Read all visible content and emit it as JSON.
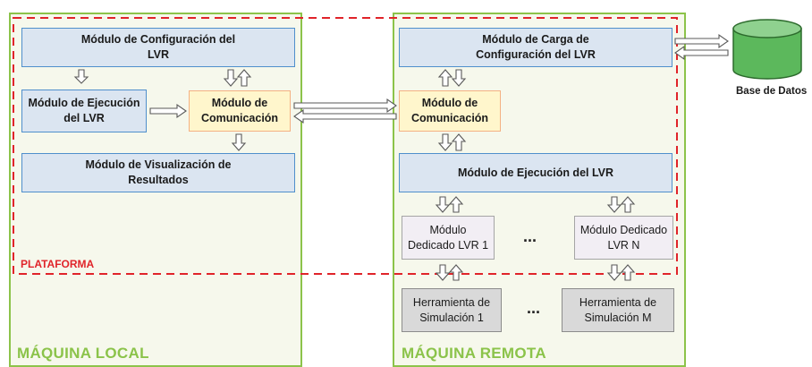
{
  "local_machine": {
    "label": "MÁQUINA LOCAL",
    "config_module": "Módulo de Configuración del LVR",
    "exec_module": "Módulo de Ejecución del LVR",
    "comm_module": "Módulo de Comunicación",
    "viz_module": "Módulo de Visualización de Resultados"
  },
  "platform_label": "PLATAFORMA",
  "remote_machine": {
    "label": "MÁQUINA REMOTA",
    "load_config_module": "Módulo de Carga de Configuración del LVR",
    "comm_module": "Módulo de Comunicación",
    "exec_module": "Módulo de Ejecución del LVR",
    "dedicated_1": "Módulo Dedicado LVR 1",
    "dedicated_n": "Módulo Dedicado LVR N",
    "dedicated_dots": "...",
    "tool_1": "Herramienta de Simulación 1",
    "tool_m": "Herramienta de Simulación M",
    "tool_dots": "..."
  },
  "database": {
    "label": "Base de Datos",
    "fill": "#5cb85c"
  },
  "colors": {
    "machine_border": "#8cc34a",
    "platform_border": "#e0242a",
    "module_blue": "#dbe5f1",
    "module_yellow": "#fff6cc"
  }
}
